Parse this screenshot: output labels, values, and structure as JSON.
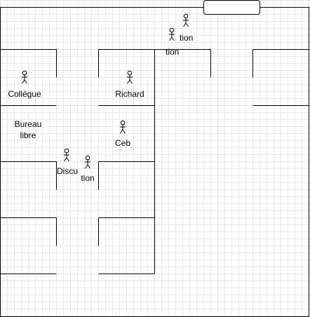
{
  "labels": {
    "collegue": "Collègue",
    "richard": "Richard",
    "bureau_line1": "Bureau",
    "bureau_line2": "libre",
    "ceb": "Ceb",
    "discu": "Discu",
    "tion_left": "tion",
    "tion_top_left": "tion",
    "tion_top_right": "tion"
  },
  "colors": {
    "walls": "#000000",
    "grid": "#e6e6e6",
    "background": "#ffffff"
  },
  "icons": [
    "person-icon"
  ]
}
